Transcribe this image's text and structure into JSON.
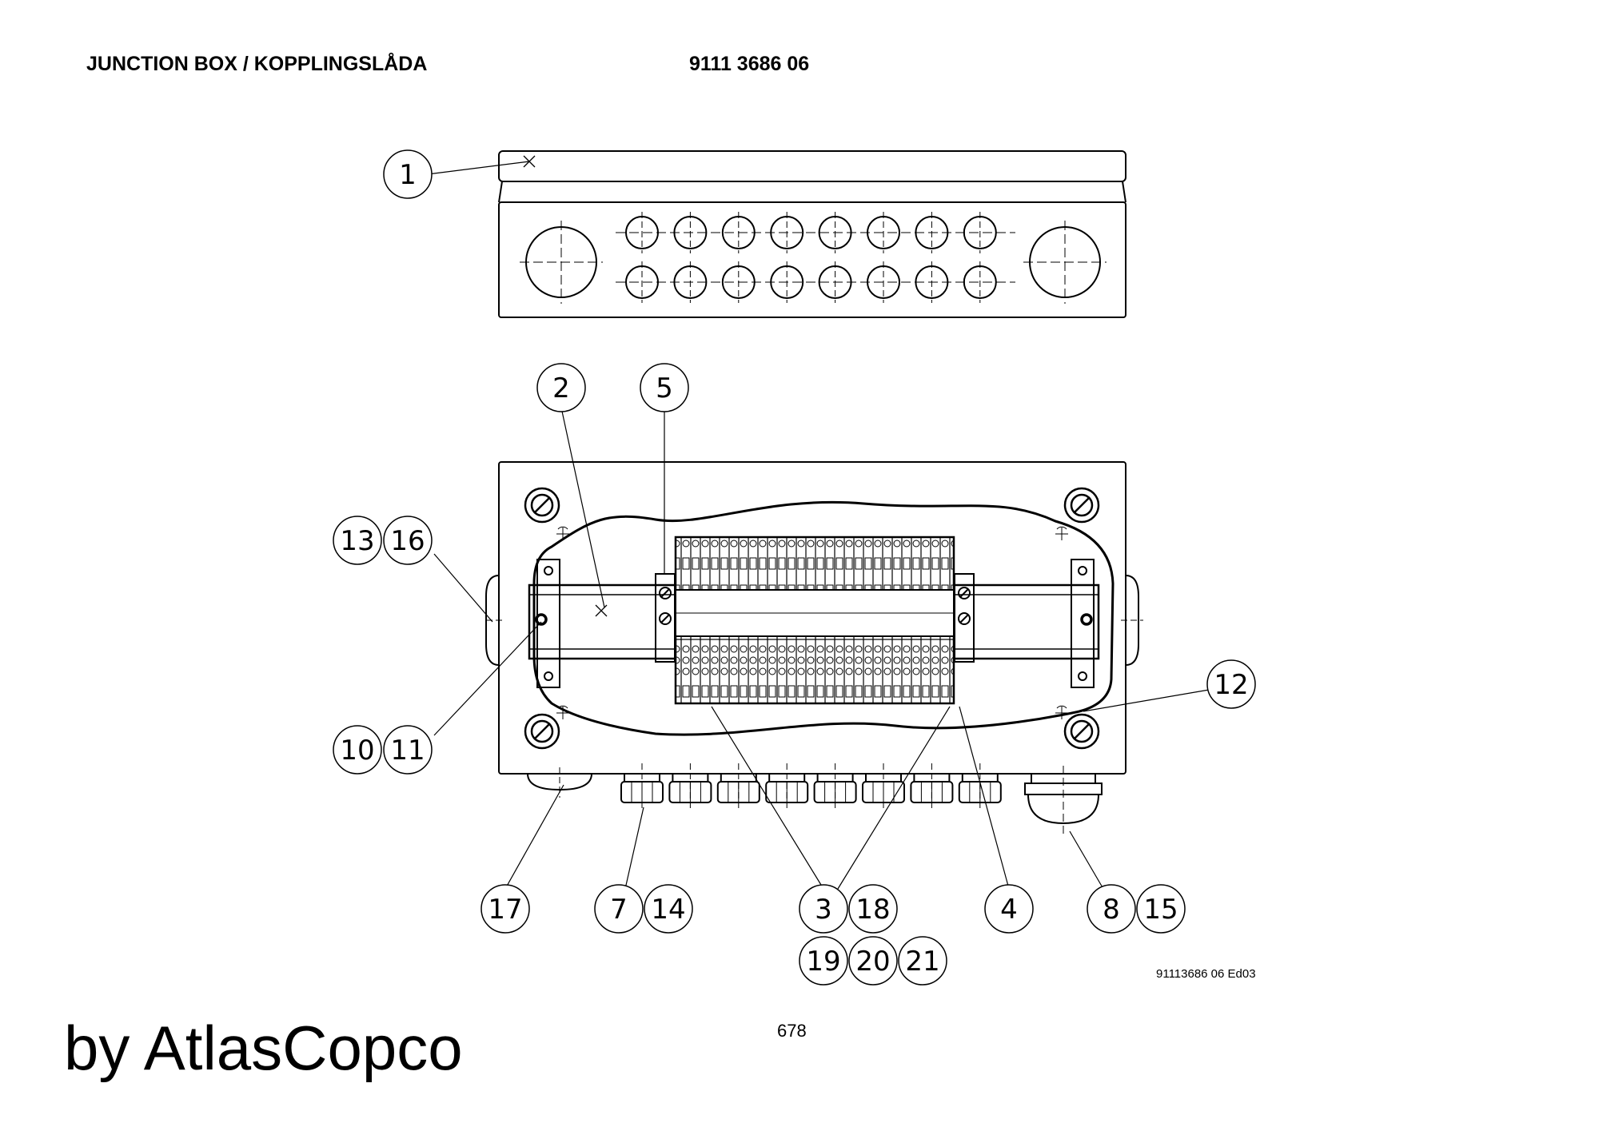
{
  "header": {
    "title": "JUNCTION BOX / KOPPLINGSLÅDA",
    "part_number": "9111 3686 06"
  },
  "balloons": [
    "1",
    "2",
    "5",
    "13",
    "16",
    "10",
    "11",
    "12",
    "17",
    "7",
    "14",
    "3",
    "18",
    "19",
    "20",
    "21",
    "4",
    "8",
    "15"
  ],
  "footer": {
    "doc_ref": "91113686 06 Ed03",
    "page_number": "678",
    "brand": "by AtlasCopco"
  }
}
